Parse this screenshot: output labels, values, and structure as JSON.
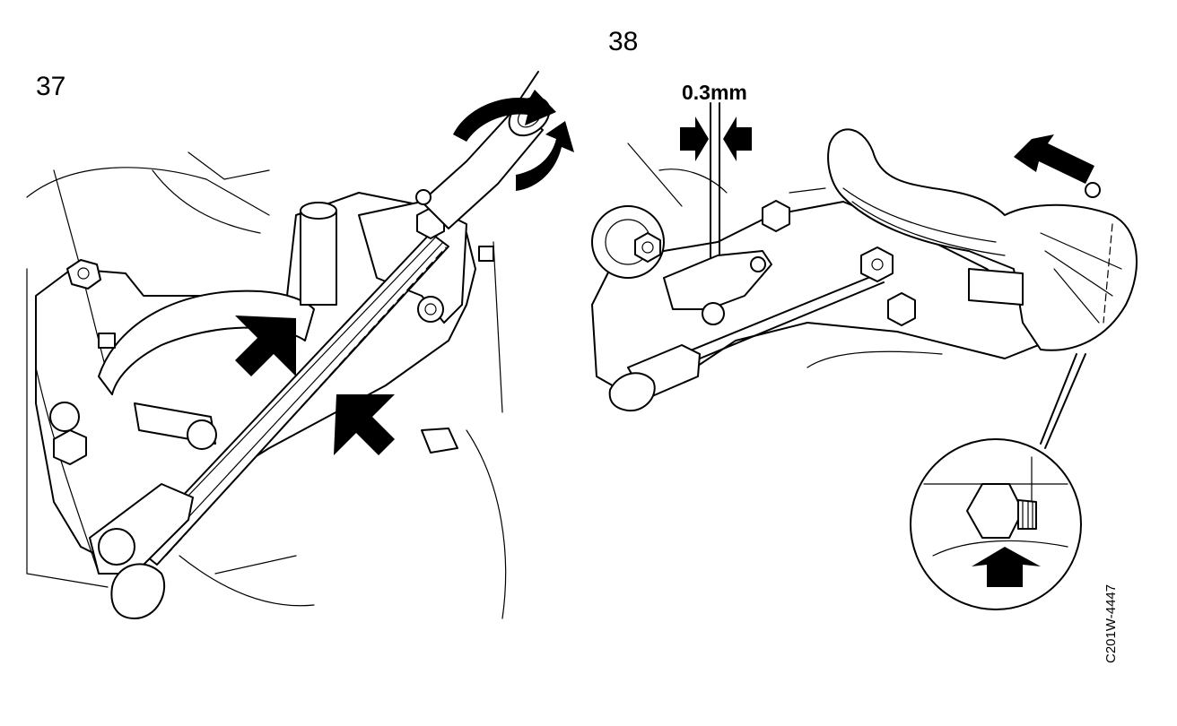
{
  "figures": {
    "fig37": {
      "number": "37"
    },
    "fig38": {
      "number": "38",
      "gap_label": "0.3mm"
    }
  },
  "drawing_code": "C201W-4447",
  "icons": {
    "push_arrow": "solid-black-arrow",
    "rotate_arrow": "curved-black-arrow"
  }
}
